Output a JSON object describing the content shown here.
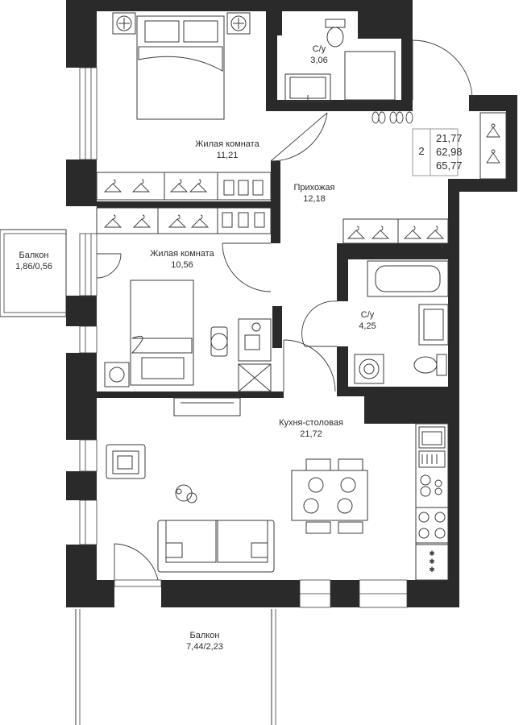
{
  "colors": {
    "wall": "#2a2a2a",
    "line": "#3a3a3a",
    "furniture": "#ffffff",
    "background": "#ffffff"
  },
  "rooms": [
    {
      "id": "bedroom1",
      "name": "Жилая комната",
      "area": "11,21"
    },
    {
      "id": "wc1",
      "name": "С/у",
      "area": "3,06"
    },
    {
      "id": "hallway",
      "name": "Прихожая",
      "area": "12,18"
    },
    {
      "id": "bedroom2",
      "name": "Жилая комната",
      "area": "10,56"
    },
    {
      "id": "wc2",
      "name": "С/у",
      "area": "4,25"
    },
    {
      "id": "kitchen",
      "name": "Кухня-столовая",
      "area": "21,72"
    },
    {
      "id": "balcony_small",
      "name": "Балкон",
      "area": "1,86/0,56"
    },
    {
      "id": "balcony_big",
      "name": "Балкон",
      "area": "7,44/2,23"
    }
  ],
  "apartment": {
    "rooms_count": "2",
    "areas": [
      "21,77",
      "62,98",
      "65,77"
    ]
  },
  "icons": [
    "bed-icon",
    "sofa-icon",
    "armchair-icon",
    "dining-table-icon",
    "toilet-icon",
    "bathtub-icon",
    "shower-icon",
    "sink-icon",
    "stove-icon",
    "washing-machine-icon",
    "wardrobe-hanger-icon",
    "desk-icon",
    "door-swing-icon",
    "window-icon"
  ]
}
